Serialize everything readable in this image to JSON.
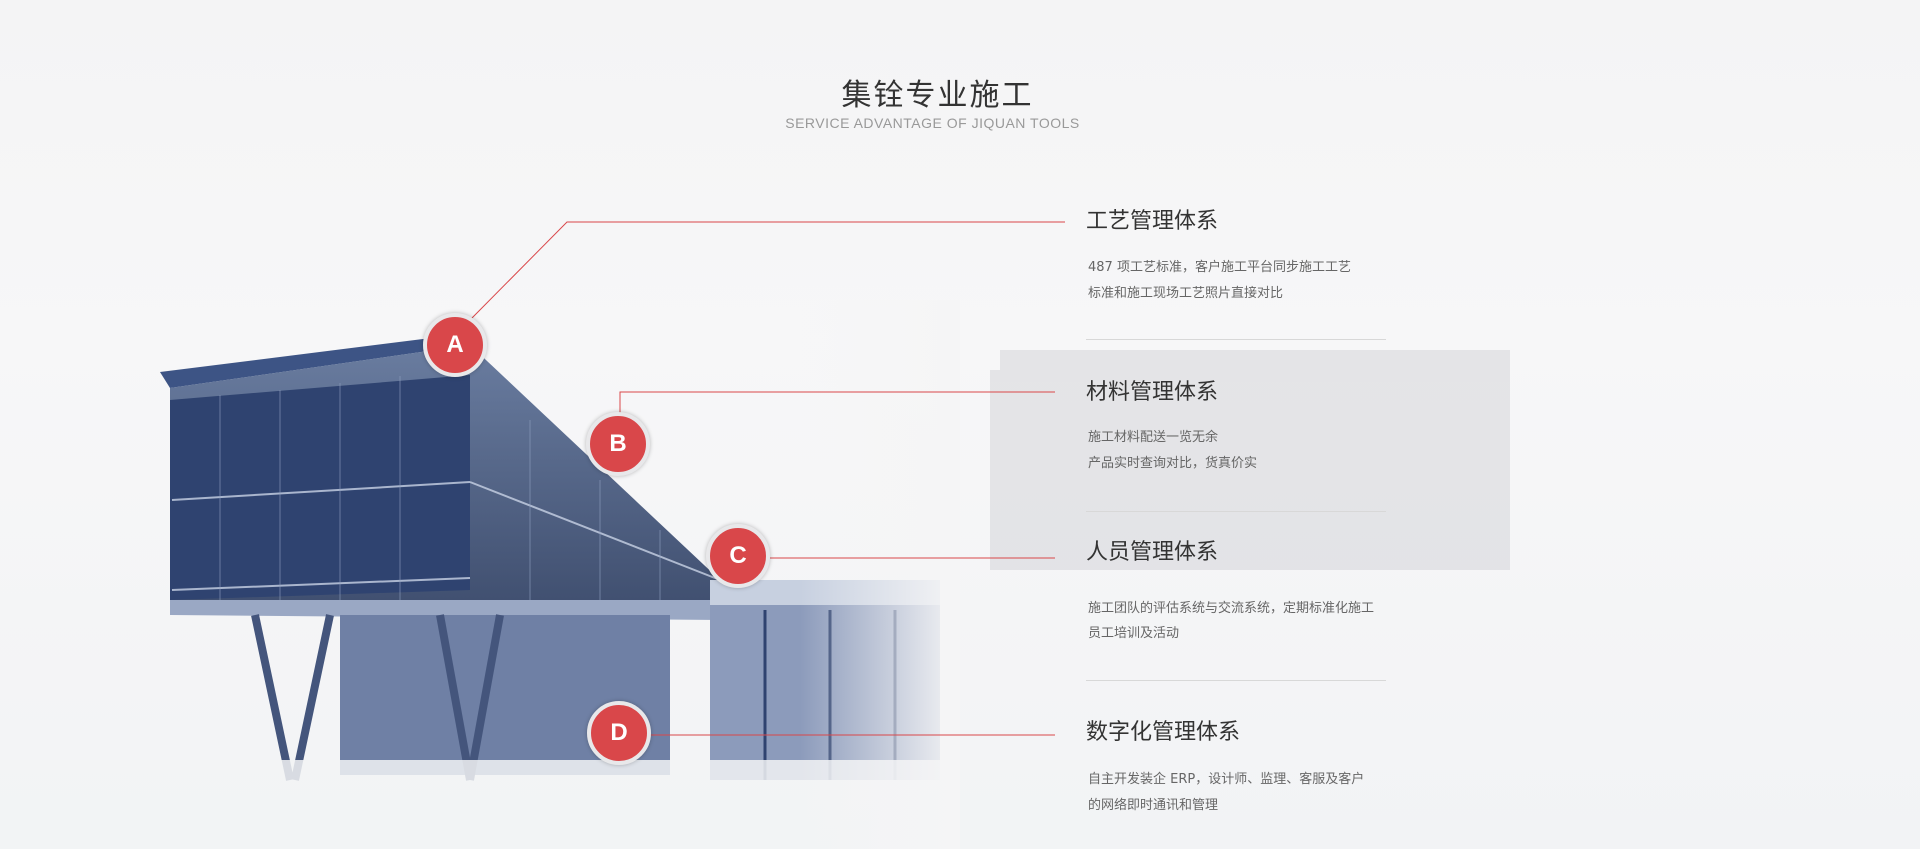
{
  "header": {
    "title": "集铨专业施工",
    "subtitle": "SERVICE ADVANTAGE OF JIQUAN TOOLS"
  },
  "items": [
    {
      "marker": "A",
      "title": "工艺管理体系",
      "desc": [
        "487 项工艺标准，客户施工平台同步施工工艺",
        "标准和施工现场工艺照片直接对比"
      ]
    },
    {
      "marker": "B",
      "title": "材料管理体系",
      "desc": [
        "施工材料配送一览无余",
        "产品实时查询对比，货真价实"
      ]
    },
    {
      "marker": "C",
      "title": "人员管理体系",
      "desc": [
        "施工团队的评估系统与交流系统，定期标准化施工",
        "员工培训及活动"
      ]
    },
    {
      "marker": "D",
      "title": "数字化管理体系",
      "desc": [
        "自主开发装企 ERP，设计师、监理、客服及客户",
        "的网络即时通讯和管理"
      ]
    }
  ],
  "colors": {
    "accent": "#d9474a"
  }
}
